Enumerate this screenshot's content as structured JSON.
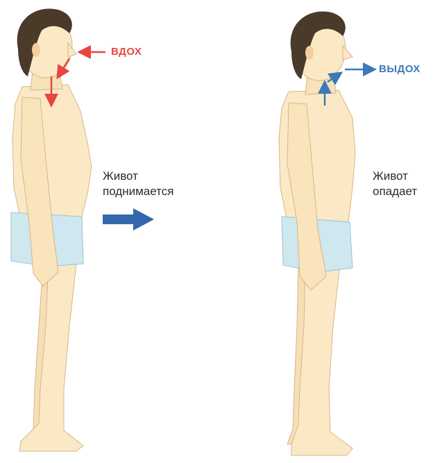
{
  "labels": {
    "inhale": "ВДОХ",
    "exhale": "ВЫДОХ",
    "belly_rises_line1": "Живот",
    "belly_rises_line2": "поднимается",
    "belly_falls_line1": "Живот",
    "belly_falls_line2": "опадает"
  },
  "colors": {
    "inhale": "#e8463f",
    "exhale": "#3d78b8",
    "transition_arrow": "#3468ad",
    "skin": "#fbe9c6",
    "skin_shadow": "#f2cfa0",
    "shorts": "#cfe7ee",
    "hair": "#4a3a2a"
  },
  "icons": {
    "transition": "right-arrow-icon",
    "inhale_path": "red-down-arrows",
    "exhale_path": "blue-up-arrows"
  }
}
